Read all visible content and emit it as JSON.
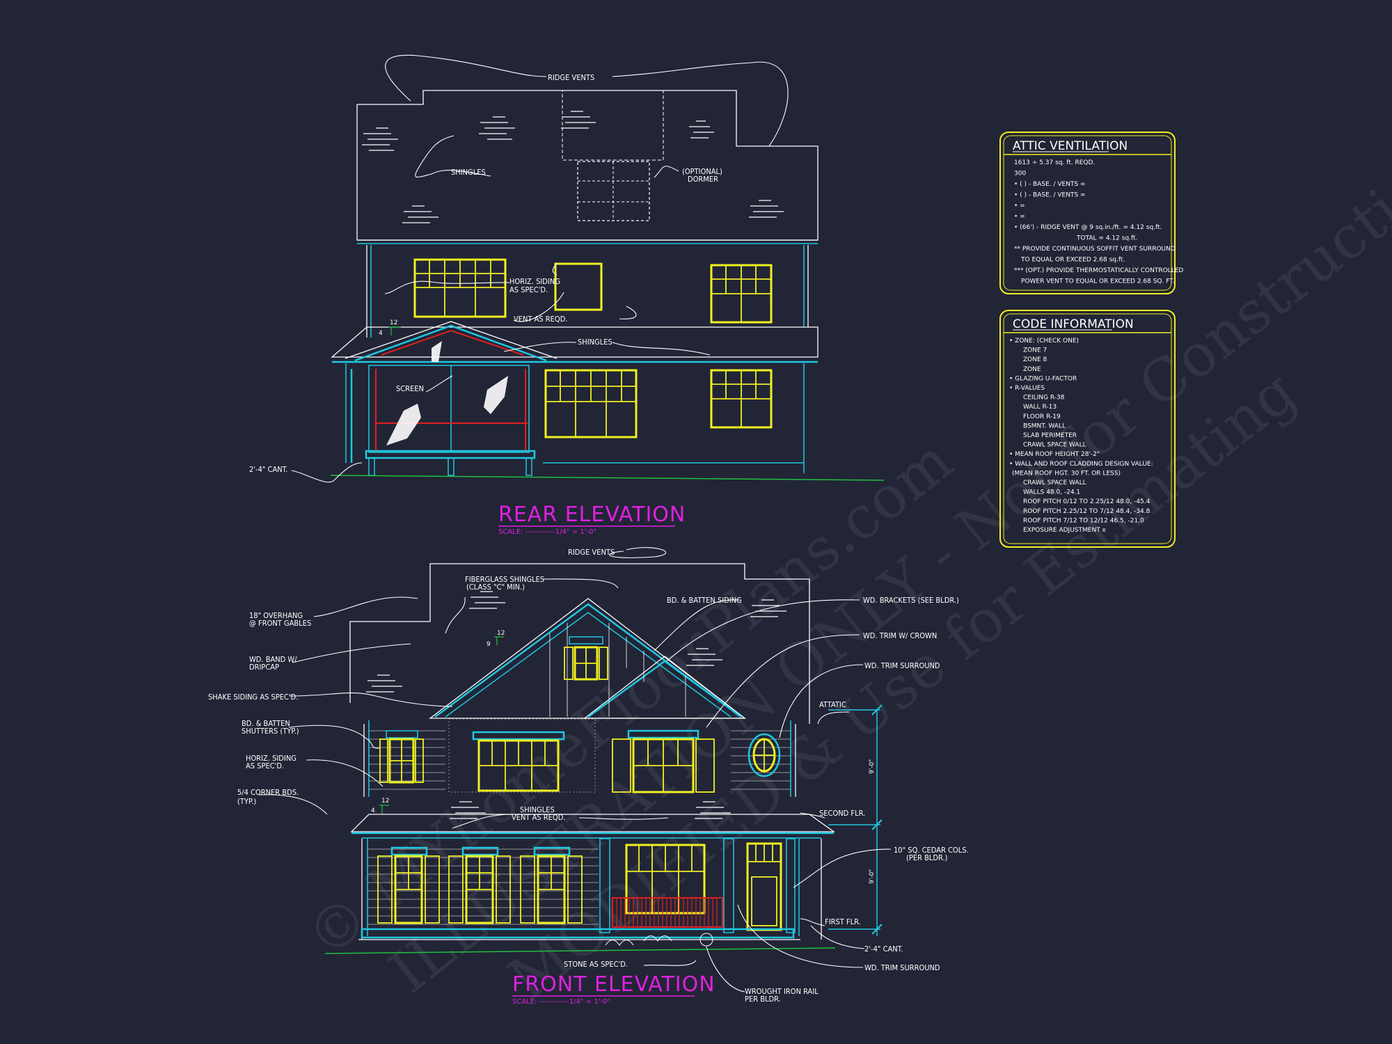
{
  "watermark": {
    "line1": "© MYhomeFloorPlans.com",
    "line2": "ILLUSTRATION ONLY - Not for Construction",
    "line3": "MODIFIED & Use for Estimating"
  },
  "rear_elevation": {
    "title": "REAR ELEVATION",
    "scale": "SCALE: ------------1/4\" = 1'-0\"",
    "labels": {
      "ridge_vents": "RIDGE VENTS",
      "shingles_roof": "SHINGLES",
      "optional_dormer_1": "(OPTIONAL)",
      "optional_dormer_2": "DORMER",
      "horiz_siding_1": "HORIZ. SIDING",
      "horiz_siding_2": "AS SPEC'D.",
      "vent_as_reqd": "VENT AS REQD.",
      "shingles_porch": "SHINGLES",
      "screen": "SCREEN",
      "cant": "2'-4\" CANT.",
      "pitch_rise": "12",
      "pitch_run": "4"
    }
  },
  "front_elevation": {
    "title": "FRONT ELEVATION",
    "scale": "SCALE: ------------1/4\" = 1'-0\"",
    "labels": {
      "ridge_vents": "RIDGE VENTS",
      "fiberglass_1": "FIBERGLASS SHINGLES",
      "fiberglass_2": "(CLASS \"C\" MIN.)",
      "bd_batten_siding": "BD. & BATTEN SIDING",
      "overhang_1": "18\" OVERHANG",
      "overhang_2": "@ FRONT GABLES",
      "wd_band_1": "WD. BAND W/",
      "wd_band_2": "DRIPCAP",
      "shake_siding": "SHAKE SIDING AS SPEC'D.",
      "bd_shutters_1": "BD. & BATTEN",
      "bd_shutters_2": "SHUTTERS (TYP.)",
      "horiz_siding_1": "HORIZ. SIDING",
      "horiz_siding_2": "AS SPEC'D.",
      "corner_bds_1": "5/4 CORNER BDS.",
      "corner_bds_2": "(TYP.)",
      "shingles": "SHINGLES",
      "vent_as_reqd": "VENT AS REQD.",
      "wd_brackets": "WD. BRACKETS (SEE BLDR.)",
      "wd_trim_crown": "WD. TRIM W/ CROWN",
      "wd_trim_surround": "WD. TRIM SURROUND",
      "attic": "ATTATIC",
      "second_flr": "SECOND FLR.",
      "cedar_cols_1": "10\" SQ. CEDAR COLS.",
      "cedar_cols_2": "(PER BLDR.)",
      "first_flr": "FIRST FLR.",
      "cant": "2'-4\" CANT.",
      "wd_trim_surround_2": "WD. TRIM SURROUND",
      "stone": "STONE AS SPEC'D.",
      "iron_rail_1": "WROUGHT IRON RAIL",
      "iron_rail_2": "PER BLDR.",
      "dim_upper": "9'-0\"",
      "dim_lower": "9'-0\"",
      "pitch_main_rise": "12",
      "pitch_main_run": "9",
      "pitch_porch_rise": "12",
      "pitch_porch_run": "4"
    }
  },
  "attic_ventilation": {
    "title": "ATTIC VENTILATION",
    "lines": [
      "1613 ÷ 5.37 sq. ft. REQD.",
      "300",
      "• (   ) -          BASE.    /    VENTS   =",
      "• (   ) -          BASE.    /    VENTS   =",
      "•                                                  =",
      "•                                                  =",
      "• (66') - RIDGE VENT @ 9 sq.in./ft.  =   4.12 sq.ft.",
      "TOTAL        =   4.12 sq.ft.",
      "** PROVIDE CONTINUOUS SOFFIT VENT SURROUND",
      "TO EQUAL OR EXCEED 2.68 sq.ft.",
      "*** (OPT.) PROVIDE THERMOSTATICALLY CONTROLLED",
      "POWER VENT TO EQUAL OR EXCEED 2.68 SQ. FT."
    ]
  },
  "code_information": {
    "title": "CODE INFORMATION",
    "lines": [
      "• ZONE: (CHECK ONE)",
      "ZONE 7",
      "ZONE 8",
      "ZONE",
      "• GLAZING U-FACTOR",
      "• R-VALUES",
      "CEILING              R-38",
      "WALL                   R-13",
      "FLOOR                R-19",
      "BSMNT. WALL",
      "SLAB PERIMETER",
      "CRAWL SPACE WALL",
      "• MEAN ROOF HEIGHT     28'-2\"",
      "• WALL AND ROOF CLADDING DESIGN VALUE:",
      "(MEAN ROOF HGT. 30 FT. OR LESS)",
      "CRAWL SPACE WALL",
      "WALLS                          48.0, -24.1",
      "ROOF PITCH 0/12 TO 2.25/12   48.0, -45.4",
      "ROOF PITCH 2.25/12 TO 7/12   48.4, -34.8",
      "ROOF PITCH 7/12 TO 12/12     46.5, -21.0",
      "EXPOSURE ADJUSTMENT          x"
    ]
  },
  "colors": {
    "background": "#222536",
    "window": "#f0f020",
    "trim": "#1ec8e0",
    "title": "#e020e0",
    "rail": "#e02020",
    "grade": "#20c040"
  }
}
